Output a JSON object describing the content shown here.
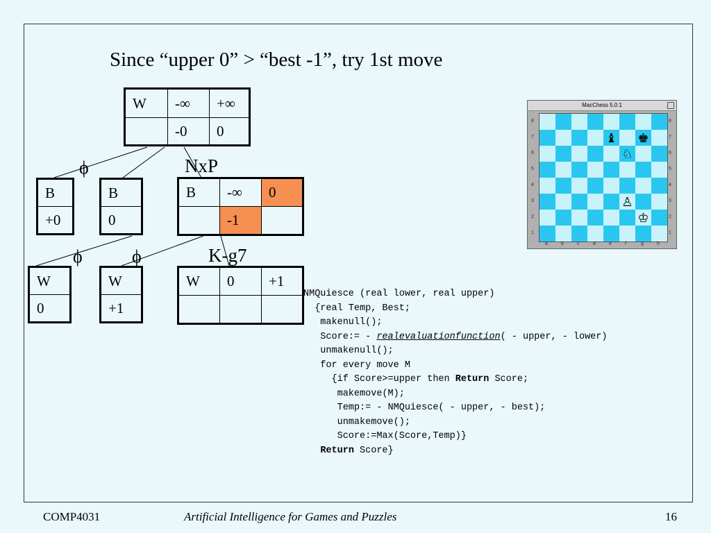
{
  "slide": {
    "title": "Since “upper 0” > “best -1”, try 1st move",
    "footer_left": "COMP4031",
    "footer_center": "Artificial Intelligence for Games and Puzzles",
    "footer_right": "16"
  },
  "tree": {
    "root": {
      "r1": [
        "W",
        "-∞",
        "+∞"
      ],
      "r2": [
        "",
        "-0",
        "0"
      ]
    },
    "b1": {
      "r1": [
        "B"
      ],
      "r2": [
        "+0"
      ]
    },
    "b2": {
      "r1": [
        "B"
      ],
      "r2": [
        "0"
      ]
    },
    "b3": {
      "r1": [
        "B",
        "-∞",
        "0"
      ],
      "r2": [
        "",
        "-1",
        ""
      ]
    },
    "w1": {
      "r1": [
        "W"
      ],
      "r2": [
        "0"
      ]
    },
    "w2": {
      "r1": [
        "W"
      ],
      "r2": [
        "+1"
      ]
    },
    "w3": {
      "r1": [
        "W",
        "0",
        "+1"
      ],
      "r2": [
        "",
        "",
        ""
      ]
    },
    "labels": {
      "nxp": "NxP",
      "kg7": "K-g7",
      "phi": "ϕ"
    },
    "highlight_color": "#f68f52"
  },
  "chess": {
    "window_title": "MacChess 5.0.1",
    "ranks": [
      "8",
      "7",
      "6",
      "5",
      "4",
      "3",
      "2",
      "1"
    ],
    "files": [
      "a",
      "b",
      "c",
      "d",
      "e",
      "f",
      "g",
      "h"
    ],
    "pieces": {
      "e7": {
        "glyph": "♝",
        "icon": "black-bishop-icon"
      },
      "g7": {
        "glyph": "♚",
        "icon": "black-king-icon"
      },
      "f6": {
        "glyph": "♘",
        "icon": "white-knight-icon"
      },
      "f3": {
        "glyph": "♙",
        "icon": "white-pawn-icon"
      },
      "g2": {
        "glyph": "♔",
        "icon": "white-king-icon"
      }
    },
    "dark_color": "#29c7ef",
    "light_color": "#c8f3fb"
  },
  "code": {
    "l1": "NMQuiesce (real lower, real upper)",
    "l2": "  {real Temp, Best;",
    "l3": "   makenull();",
    "l4a": "   Score:= - ",
    "l4fn": "realevaluationfunction",
    "l4b": "( - upper, - lower)",
    "l5": "   unmakenull();",
    "l6": "   for every move M",
    "l7a": "     {if Score>=upper then ",
    "l7kw": "Return",
    "l7b": " Score;",
    "l8": "      makemove(M);",
    "l9": "      Temp:= - NMQuiesce( - upper, - best);",
    "l10": "      unmakemove();",
    "l11": "      Score:=Max(Score,Temp)}",
    "l12pad": "   ",
    "l12kw": "Return",
    "l12b": " Score}"
  }
}
